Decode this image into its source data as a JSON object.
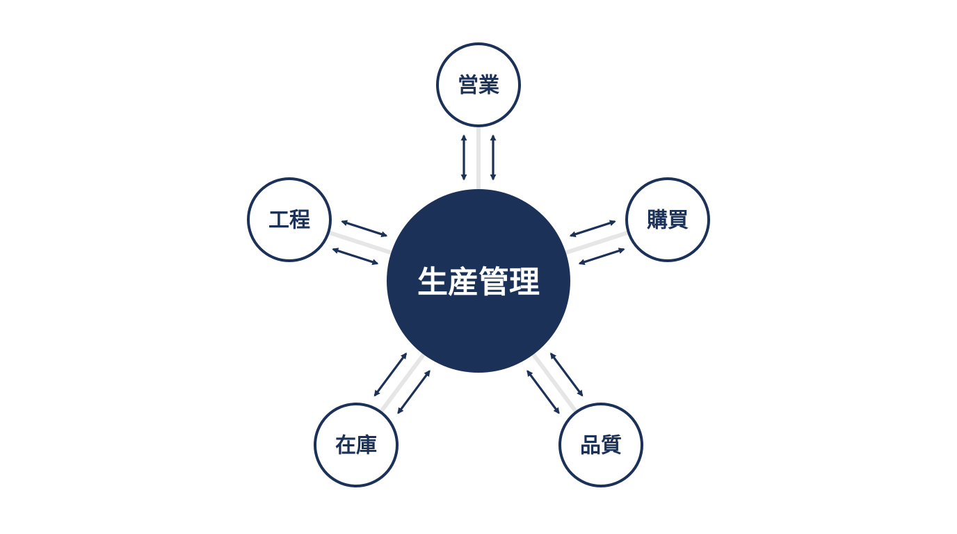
{
  "center": {
    "label": "生産管理"
  },
  "satellites": [
    {
      "id": "sales",
      "label": "営業"
    },
    {
      "id": "purchasing",
      "label": "購買"
    },
    {
      "id": "quality",
      "label": "品質"
    },
    {
      "id": "inventory",
      "label": "在庫"
    },
    {
      "id": "process",
      "label": "工程"
    }
  ],
  "colors": {
    "navy": "#1b3158",
    "connector": "#e6e6e6",
    "background": "#ffffff",
    "center_text": "#ffffff"
  }
}
